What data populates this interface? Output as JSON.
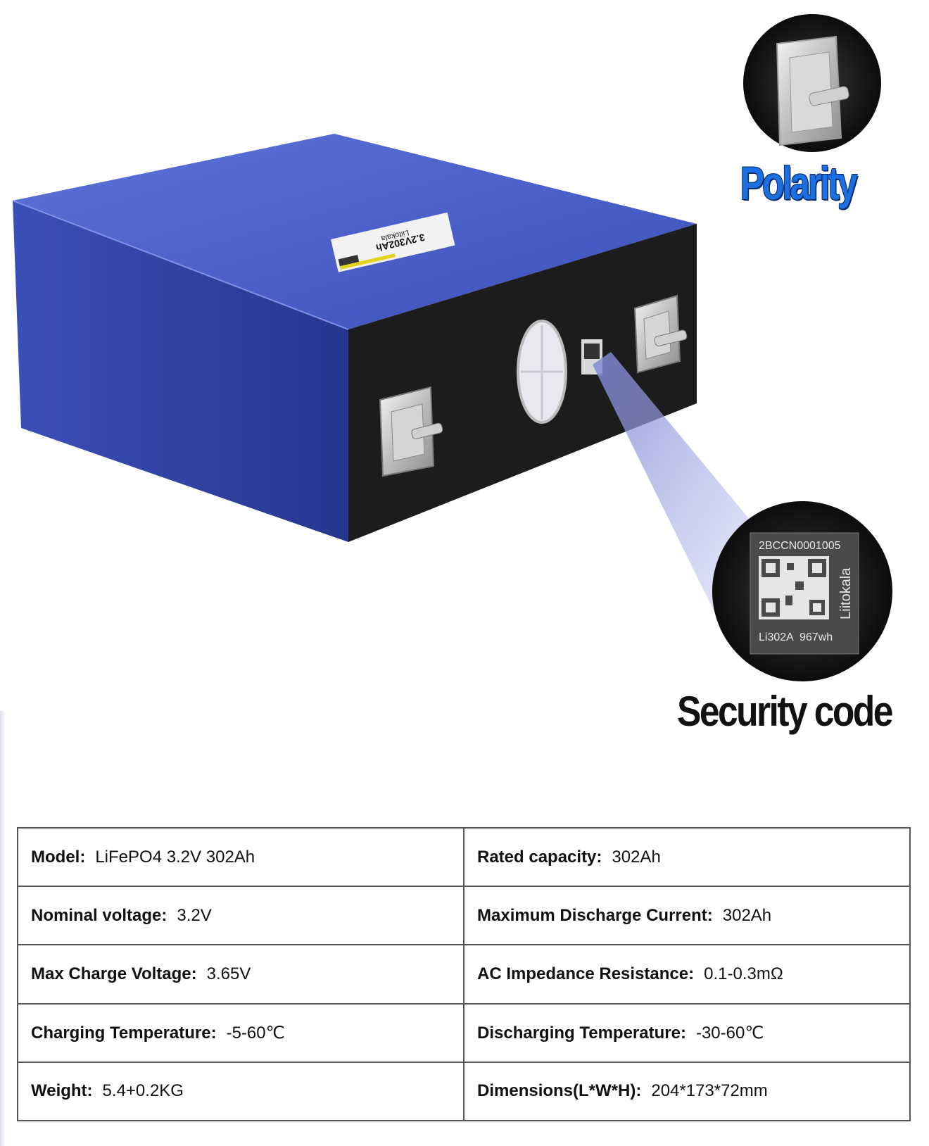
{
  "callouts": {
    "polarity": "Polarity",
    "security_code": "Security code"
  },
  "cell_label": {
    "brand": "Liitokala",
    "model": "3.2V302Ah"
  },
  "security_label": {
    "serial": "2BCCN0001005",
    "brand": "Liitokala",
    "model": "Li302A",
    "energy": "967wh"
  },
  "specs": {
    "rows": [
      [
        {
          "key": "Model:",
          "value": "LiFePO4 3.2V 302Ah"
        },
        {
          "key": "Rated capacity:",
          "value": "302Ah"
        }
      ],
      [
        {
          "key": "Nominal voltage:",
          "value": "3.2V"
        },
        {
          "key": "Maximum Discharge Current:",
          "value": "302Ah"
        }
      ],
      [
        {
          "key": "Max Charge Voltage:",
          "value": "3.65V"
        },
        {
          "key": "AC Impedance Resistance:",
          "value": "0.1-0.3mΩ"
        }
      ],
      [
        {
          "key": "Charging Temperature:",
          "value": "-5-60℃"
        },
        {
          "key": "Discharging Temperature:",
          "value": "-30-60℃"
        }
      ],
      [
        {
          "key": "Weight:",
          "value": "5.4+0.2KG"
        },
        {
          "key": "Dimensions(L*W*H):",
          "value": "204*173*72mm"
        }
      ]
    ]
  },
  "colors": {
    "battery_top": "#4a5fc6",
    "battery_side": "#2e3f9e",
    "terminal_face": "#1e1e1e",
    "polarity_text": "#1b6fe0"
  }
}
